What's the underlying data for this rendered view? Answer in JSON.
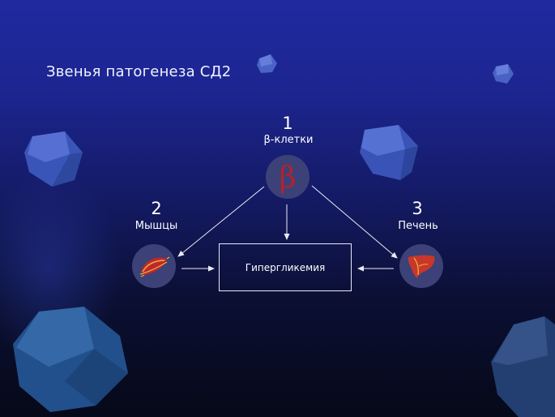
{
  "title": "Звенья патогенеза СД2",
  "nodes": {
    "beta": {
      "number": "1",
      "label": "β-клетки",
      "glyph": "β",
      "icon": "beta-cell-icon"
    },
    "muscle": {
      "number": "2",
      "label": "Мышцы",
      "icon": "muscle-icon"
    },
    "liver": {
      "number": "3",
      "label": "Печень",
      "icon": "liver-icon"
    }
  },
  "center": {
    "label": "Гипергликемия"
  },
  "colors": {
    "background_top": "#202a9e",
    "background_bottom": "#060918",
    "node_fill": "#3c4178",
    "accent_red": "#b3222c",
    "line": "#e9ebf5"
  }
}
